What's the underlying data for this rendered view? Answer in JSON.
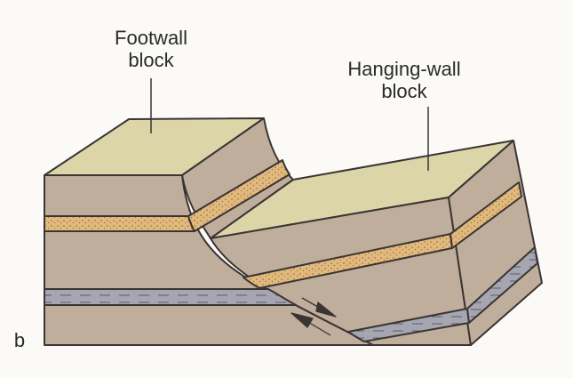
{
  "labels": {
    "footwall": [
      "Footwall",
      "block"
    ],
    "hanging_wall": [
      "Hanging-wall",
      "block"
    ],
    "panel": "b"
  },
  "colors": {
    "surface": "#dcd5a8",
    "rock": "#c0ae9c",
    "sandstone": "#e2b97c",
    "shale": "#a6a6b2",
    "outline": "#3a3433"
  }
}
